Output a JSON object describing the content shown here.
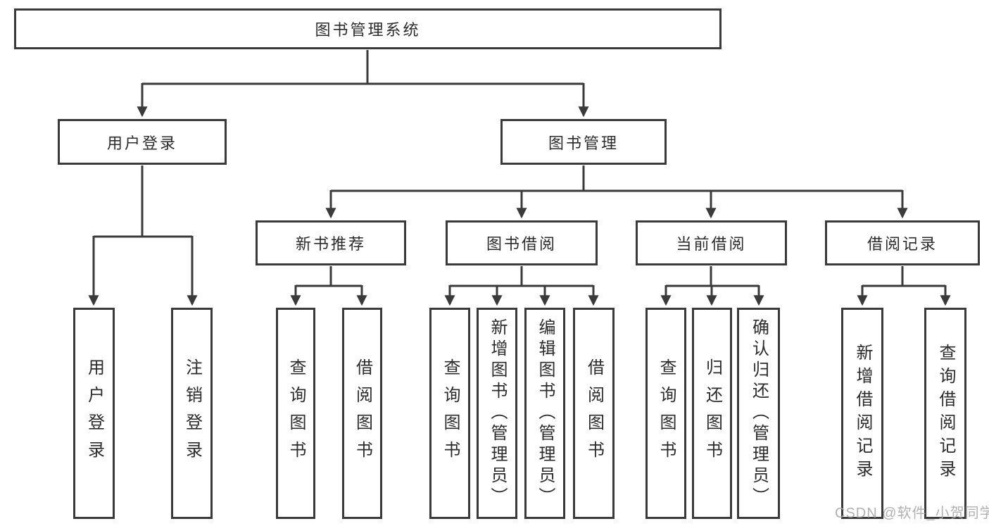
{
  "root": {
    "label": "图书管理系统"
  },
  "level2": {
    "user_login": "用户登录",
    "book_mgmt": "图书管理"
  },
  "level3": {
    "new_books": "新书推荐",
    "book_borrow": "图书借阅",
    "current_borrow": "当前借阅",
    "borrow_records": "借阅记录"
  },
  "leaves": {
    "user_login": [
      "用户登录",
      "注销登录"
    ],
    "new_books": [
      "查询图书",
      "借阅图书"
    ],
    "book_borrow": [
      "查询图书",
      "新增图书（管理员）",
      "编辑图书（管理员）",
      "借阅图书"
    ],
    "current_borrow": [
      "查询图书",
      "归还图书",
      "确认归还（管理员）"
    ],
    "borrow_records": [
      "新增借阅记录",
      "查询借阅记录"
    ]
  },
  "watermark": "CSDN @软件_小贺同学",
  "colors": {
    "line": "#3a3a3a",
    "text": "#2b2b2b",
    "watermark": "#a8a8a8",
    "background": "#ffffff"
  }
}
